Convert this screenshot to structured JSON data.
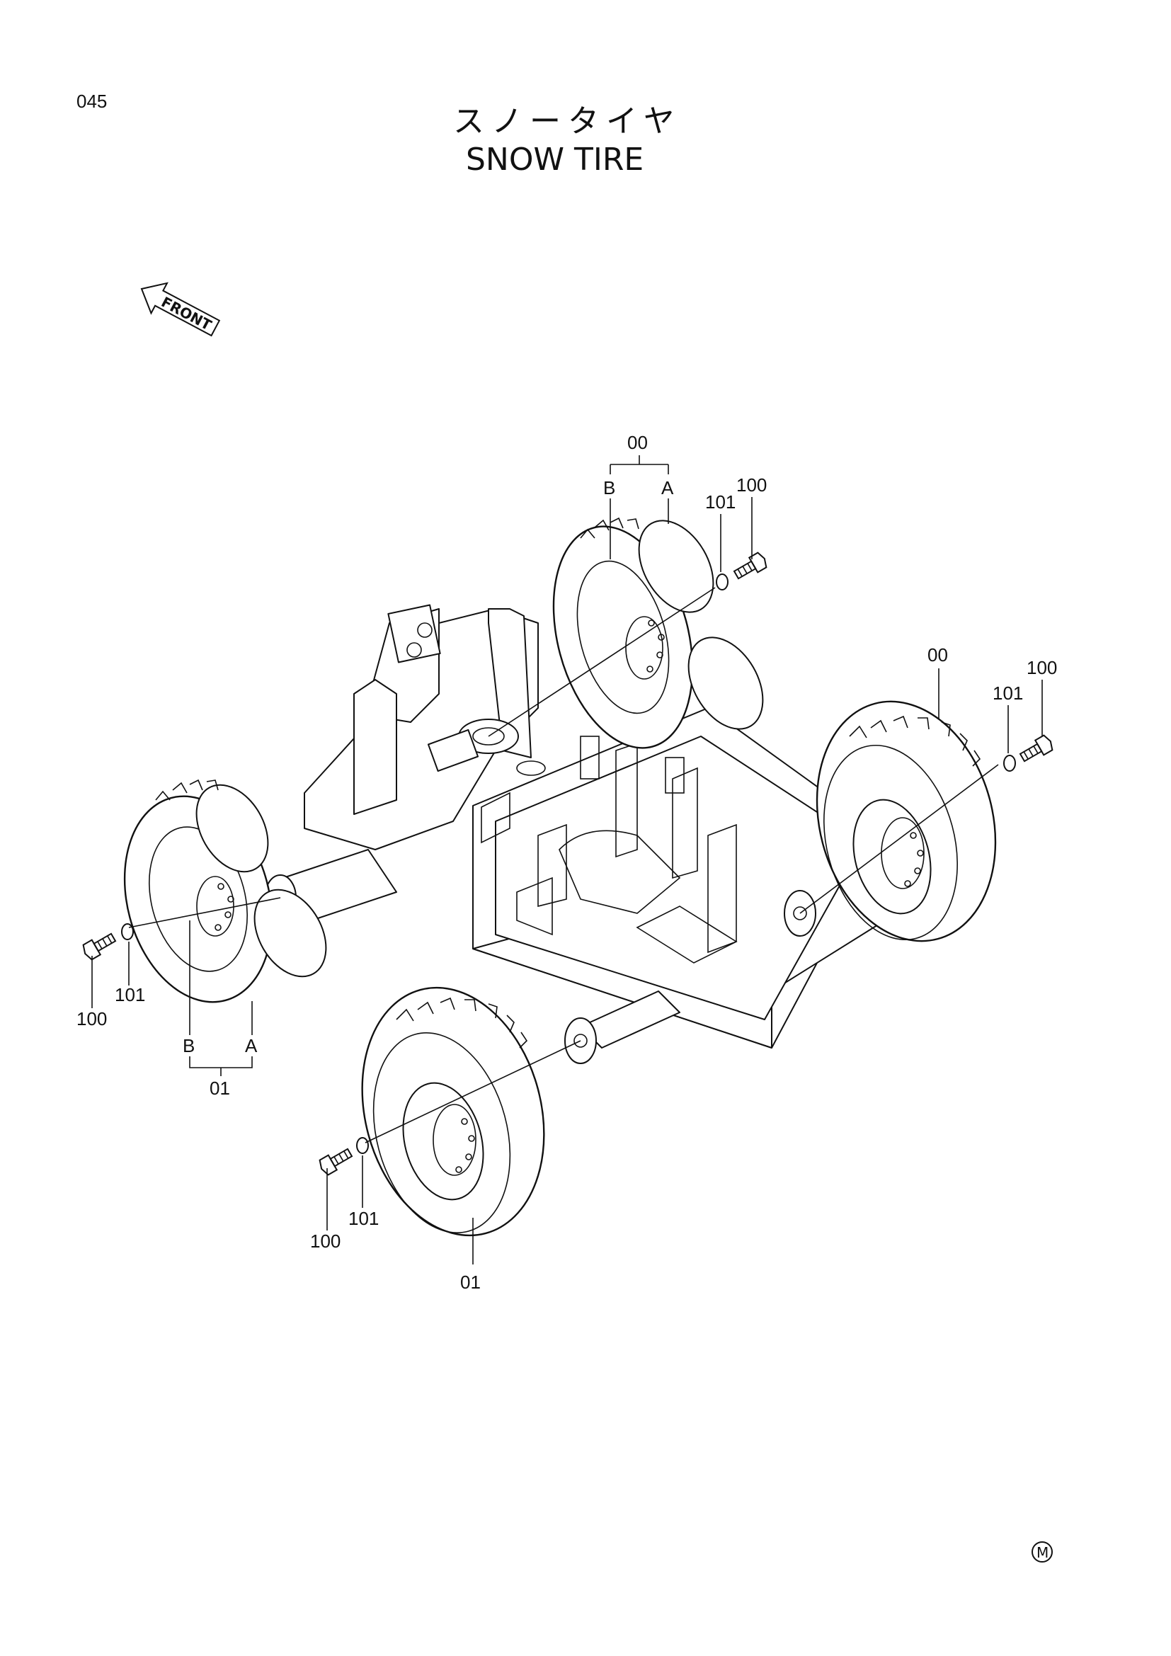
{
  "page": {
    "number": "045",
    "title_jp": "スノータイヤ",
    "title_en": "SNOW TIRE",
    "front_label": "FRONT",
    "mark": "M"
  },
  "callouts": {
    "upper_left_assembly": {
      "group": "00",
      "a": "A",
      "b": "B",
      "washer": "101",
      "bolt": "100"
    },
    "upper_right_assembly": {
      "group": "00",
      "washer": "101",
      "bolt": "100"
    },
    "lower_left_assembly": {
      "group": "01",
      "a": "A",
      "b": "B",
      "washer": "101",
      "bolt": "100"
    },
    "lower_right_assembly": {
      "group": "01",
      "washer": "101",
      "bolt": "100"
    }
  }
}
